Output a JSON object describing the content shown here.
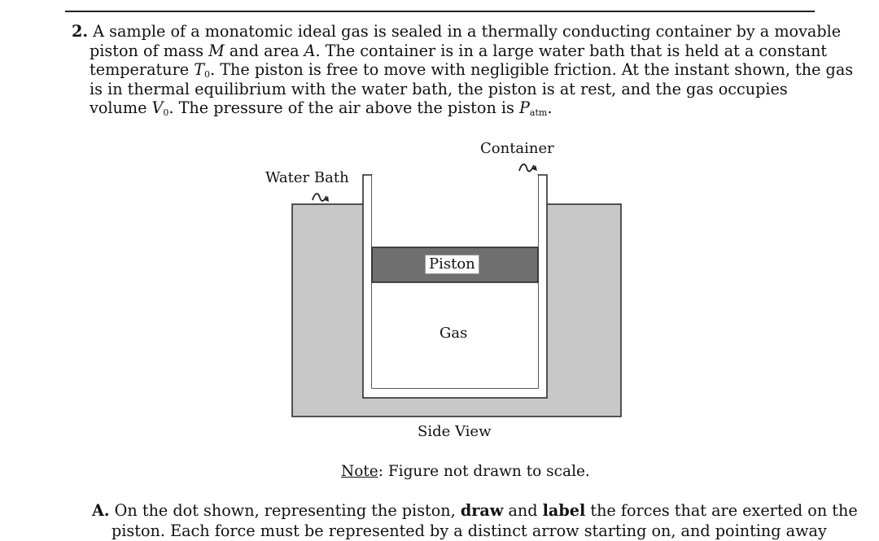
{
  "question": {
    "number": "2.",
    "line1": "A sample of a monatomic ideal gas is sealed in a thermally conducting container by a movable",
    "line2_a": "piston of mass ",
    "line2_M": "M",
    "line2_b": " and area ",
    "line2_A": "A",
    "line2_c": ". The container is in a large water bath that is held at a constant",
    "line3_a": "temperature ",
    "line3_T": "T",
    "line3_Tsub": "0",
    "line3_b": ". The piston is free to move with negligible friction. At the instant shown, the gas",
    "line4": "is in thermal equilibrium with the water bath, the piston is at rest, and the gas occupies",
    "line5_a": "volume ",
    "line5_V": "V",
    "line5_Vsub": "0",
    "line5_b": ". The pressure of the air above the piston is ",
    "line5_P": "P",
    "line5_Psub": "atm",
    "line5_c": "."
  },
  "figure": {
    "container_label": "Container",
    "water_bath_label": "Water Bath",
    "piston_label": "Piston",
    "gas_label": "Gas",
    "view_caption": "Side View",
    "colors": {
      "water": "#c8c8c8",
      "piston": "#6f6f6f",
      "outline": "#222222"
    }
  },
  "note": {
    "prefix": "Note",
    "text": ": Figure not drawn to scale."
  },
  "part_a": {
    "letter": "A.",
    "text_1": " On the dot shown, representing the piston, ",
    "bold_1": "draw",
    "text_2": " and ",
    "bold_2": "label",
    "text_3": " the forces that are exerted on the",
    "next_line": "piston. Each force must be represented by a distinct arrow starting on, and pointing away"
  }
}
